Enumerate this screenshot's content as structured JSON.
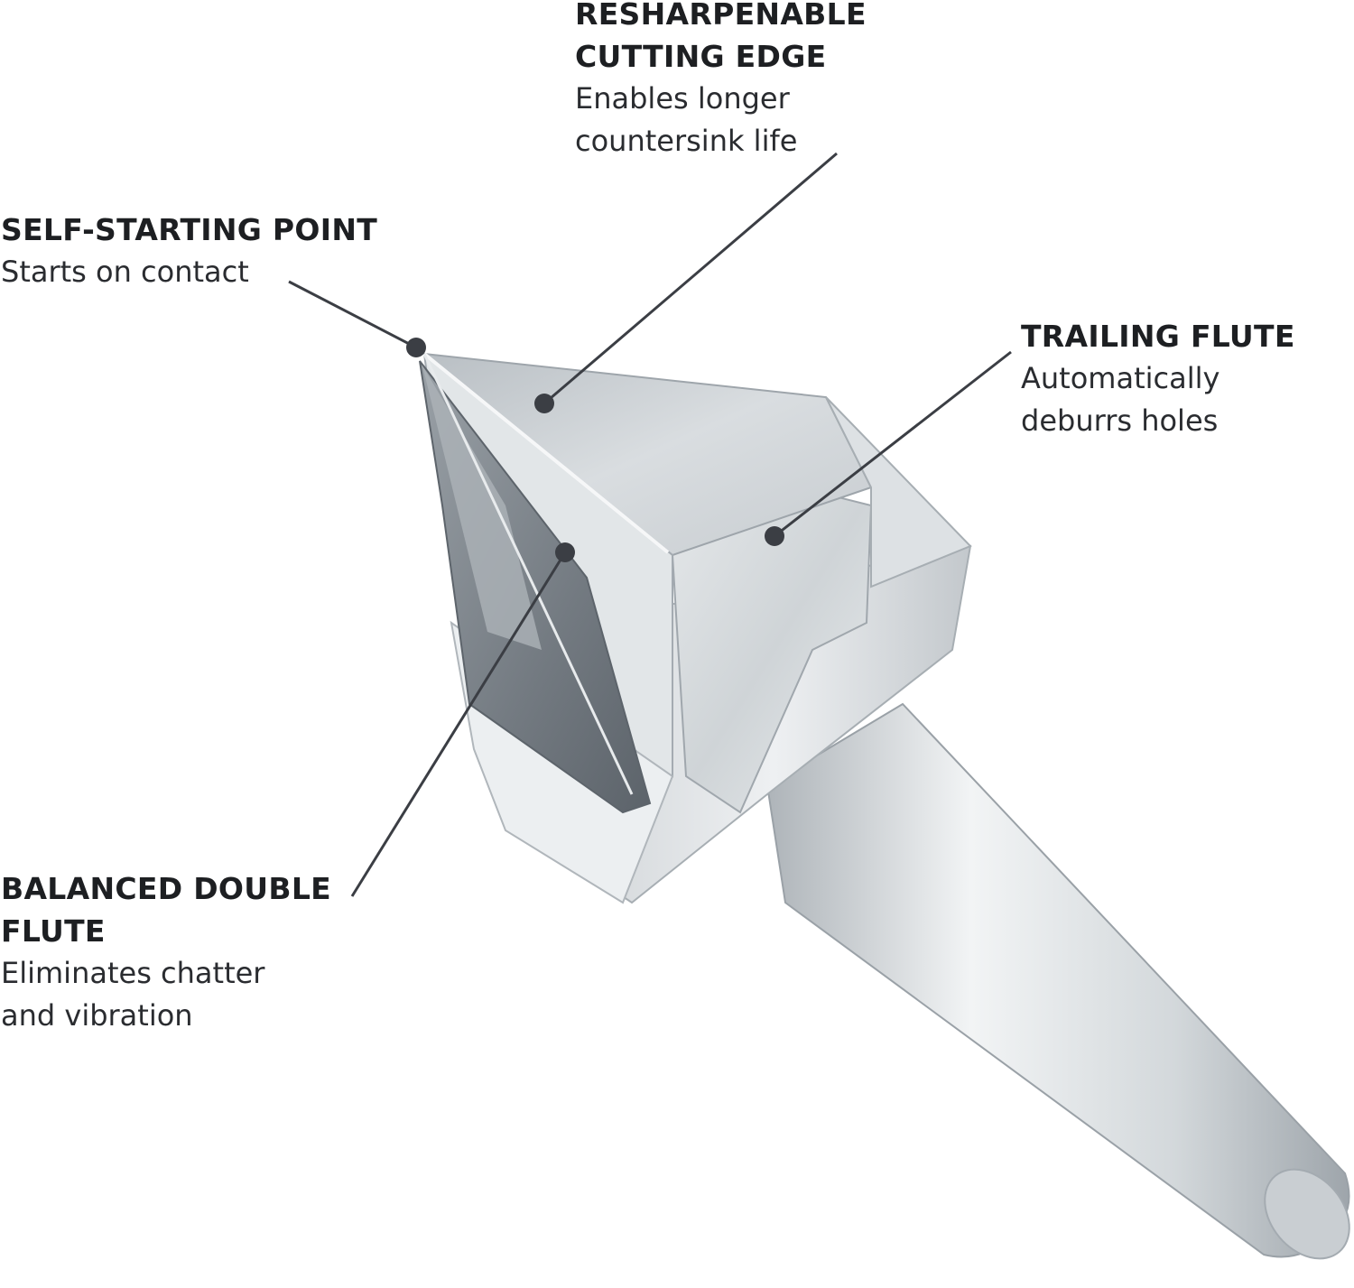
{
  "colors": {
    "leader_line": "#3b3e44",
    "heading_text": "#1d1f22",
    "body_text": "#2a2c30",
    "steel_light": "#e9ecee",
    "steel_mid": "#bcc2c7",
    "steel_dark": "#6e757c"
  },
  "callouts": {
    "resharpenable": {
      "title_line1": "RESHARPENABLE",
      "title_line2": "CUTTING EDGE",
      "desc_line1": "Enables longer",
      "desc_line2": "countersink life"
    },
    "self_starting": {
      "title": "SELF-STARTING POINT",
      "desc": "Starts on contact"
    },
    "trailing_flute": {
      "title": "TRAILING FLUTE",
      "desc_line1": "Automatically",
      "desc_line2": "deburrs holes"
    },
    "balanced_flute": {
      "title_line1": "BALANCED DOUBLE",
      "title_line2": "FLUTE",
      "desc_line1": "Eliminates chatter",
      "desc_line2": "and vibration"
    }
  }
}
